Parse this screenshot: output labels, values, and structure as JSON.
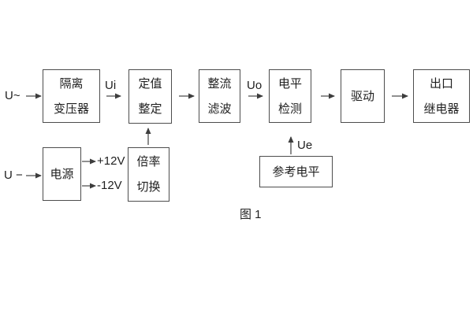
{
  "figure": {
    "caption": "图 1",
    "inputs": {
      "ac": "U~",
      "dc": "U −"
    },
    "signal_labels": {
      "ui": "Ui",
      "uo": "Uo",
      "ue": "Ue",
      "plus12v": "+12V",
      "minus12v": "-12V"
    },
    "blocks": {
      "isolation_transformer": {
        "line1": "隔离",
        "line2": "变压器"
      },
      "setpoint_adjust": {
        "line1": "定值",
        "line2": "整定"
      },
      "rectify_filter": {
        "line1": "整流",
        "line2": "滤波"
      },
      "level_detect": {
        "line1": "电平",
        "line2": "检测"
      },
      "drive": {
        "label": "驱动"
      },
      "output_relay": {
        "line1": "出口",
        "line2": "继电器"
      },
      "power_supply": {
        "label": "电源"
      },
      "ratio_switch": {
        "line1": "倍率",
        "line2": "切换"
      },
      "reference_level": {
        "label": "参考电平"
      }
    },
    "colors": {
      "line": "#4d4d4d",
      "text": "#1f1f1f",
      "background": "#ffffff"
    }
  }
}
